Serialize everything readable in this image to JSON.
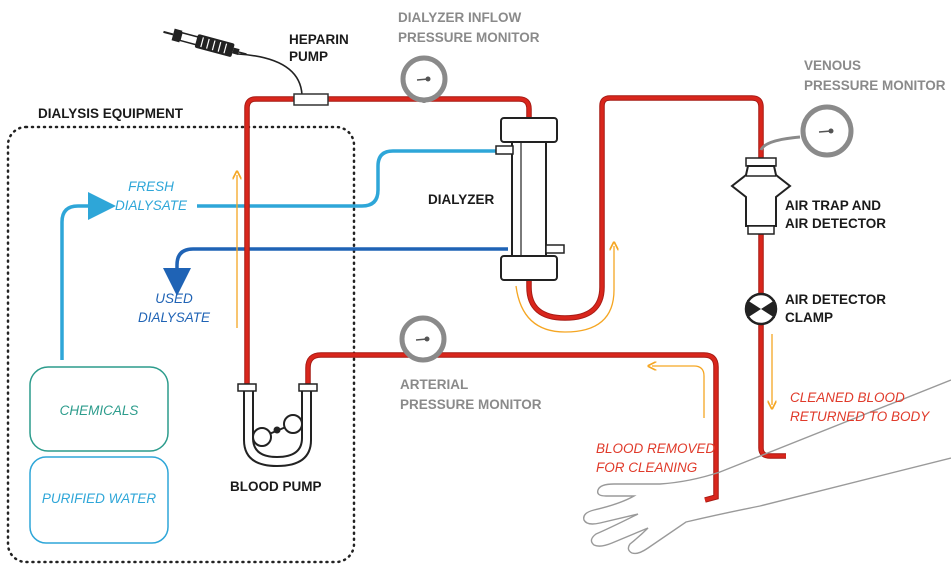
{
  "labels": {
    "heparin_pump": [
      "HEPARIN",
      "PUMP"
    ],
    "dialyzer_inflow_monitor": [
      "DIALYZER INFLOW",
      "PRESSURE MONITOR"
    ],
    "venous_monitor": [
      "VENOUS",
      "PRESSURE MONITOR"
    ],
    "dialysis_equipment": "DIALYSIS EQUIPMENT",
    "fresh_dialysate": [
      "FRESH",
      "DIALYSATE"
    ],
    "dialyzer": "DIALYZER",
    "air_trap": [
      "AIR TRAP AND",
      "AIR DETECTOR"
    ],
    "used_dialysate": [
      "USED",
      "DIALYSATE"
    ],
    "air_detector_clamp": [
      "AIR DETECTOR",
      "CLAMP"
    ],
    "chemicals": "CHEMICALS",
    "arterial_monitor": [
      "ARTERIAL",
      "PRESSURE MONITOR"
    ],
    "cleaned_blood": [
      "CLEANED BLOOD",
      "RETURNED TO BODY"
    ],
    "blood_removed": [
      "BLOOD REMOVED",
      "FOR CLEANING"
    ],
    "purified_water": "PURIFIED WATER",
    "blood_pump": "BLOOD PUMP"
  },
  "colors": {
    "blood_tube": "#d9261c",
    "blood_tube_dark": "#a61a14",
    "fresh_dialysate": "#2ea6d8",
    "used_dialysate": "#1f63b5",
    "flow_arrow": "#f5a623",
    "monitor_gray": "#8a8a8a",
    "chemicals_green": "#2c9c8c",
    "water_blue": "#2ea6d8",
    "label_dark": "#1a1a1a",
    "label_red": "#e03a2a"
  }
}
